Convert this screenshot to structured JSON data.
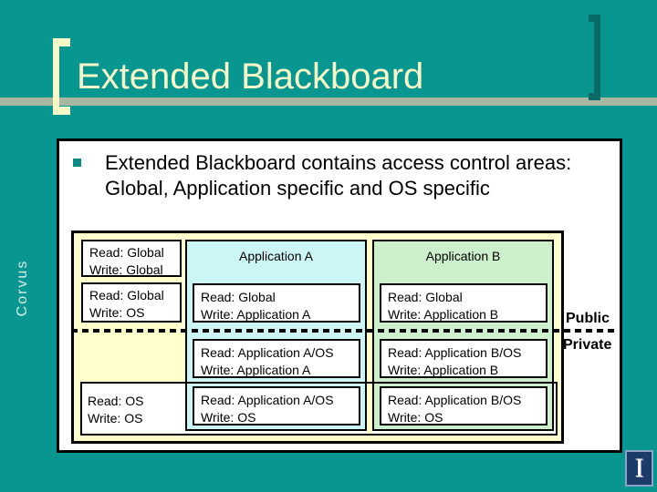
{
  "slide": {
    "title": "Extended Blackboard",
    "sidebar_label": "Corvus",
    "bullet": {
      "line1": "Extended Blackboard contains access control areas:",
      "line2": "Global, Application specific and OS specific"
    },
    "diagram": {
      "left_area": {
        "cell1": {
          "line1": "Read: Global",
          "line2": "Write: Global"
        },
        "cell2": {
          "line1": "Read: Global",
          "line2": "Write: OS"
        },
        "cell3": {
          "line1": "Read: OS",
          "line2": "Write: OS"
        }
      },
      "columns": [
        {
          "header": "Application A",
          "cells": [
            {
              "line1": "Read: Global",
              "line2": "Write: Application A"
            },
            {
              "line1": "Read: Application A/OS",
              "line2": "Write: Application A"
            },
            {
              "line1": "Read: Application A/OS",
              "line2": "Write: OS"
            }
          ]
        },
        {
          "header": "Application B",
          "cells": [
            {
              "line1": "Read: Global",
              "line2": "Write: Application B"
            },
            {
              "line1": "Read: Application B/OS",
              "line2": "Write: Application B"
            },
            {
              "line1": "Read: Application B/OS",
              "line2": "Write: OS"
            }
          ]
        }
      ],
      "region_labels": {
        "public": "Public",
        "private": "Private"
      }
    },
    "logo_glyph": "I",
    "colors": {
      "background_teal": "#089690",
      "title_cream": "#F7F7C8",
      "rule_gray_green": "#A7B7A2",
      "diagram_cream": "#FFFFCC",
      "application_a_cyan": "#CCF5F5",
      "application_b_green": "#CCF0CC",
      "bracket_dark_teal": "#0A6A66",
      "logo_navy": "#1C3B68"
    }
  }
}
